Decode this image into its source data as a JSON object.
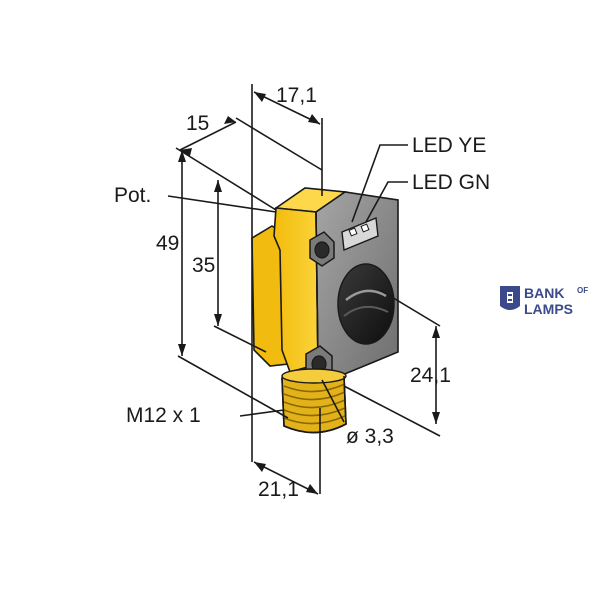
{
  "labels": {
    "led_ye": "LED YE",
    "led_gn": "LED GN",
    "pot": "Pot.",
    "thread": "M12 x 1"
  },
  "dimensions": {
    "width_top": "17,1",
    "depth": "15",
    "height_total": "49",
    "height_body": "35",
    "lens_height": "24,1",
    "hole_dia": "ø 3,3",
    "width_bottom": "21,1"
  },
  "logo": {
    "word1": "BANK",
    "of": "OF",
    "word2": "LAMPS"
  },
  "colors": {
    "housing_yellow": "#f7c514",
    "face_gray": "#8e8e8e",
    "thread_yellow": "#e3b21a",
    "line": "#1a1a1a",
    "logo_blue": "#3c4a8c"
  }
}
